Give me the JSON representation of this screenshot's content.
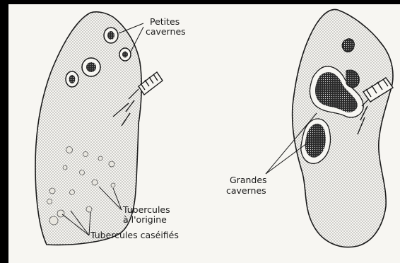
{
  "left_lung": {
    "label_small_cavities_line1": "Petites",
    "label_small_cavities_line2": "cavernes",
    "label_origin_tubercles_line1": "Tubercules",
    "label_origin_tubercles_line2": "à l'origine",
    "label_caseous_tubercles": "Tubercules caséifiés"
  },
  "right_lung": {
    "label_large_cavities_line1": "Grandes",
    "label_large_cavities_line2": "cavernes"
  },
  "colors": {
    "ink": "#1a1a1a",
    "paper": "#f7f6f2",
    "frame": "#000000"
  }
}
